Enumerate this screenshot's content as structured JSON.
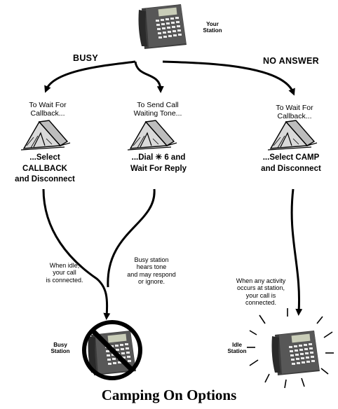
{
  "diagram": {
    "title": "Camping On Options",
    "your_station": "Your\nStation",
    "branch_busy": "BUSY",
    "branch_no_answer": "NO ANSWER",
    "option_callback": {
      "prompt": "To Wait For\nCallback...",
      "action": "...Select\nCALLBACK\nand Disconnect"
    },
    "option_call_waiting": {
      "prompt": "To Send Call\nWaiting Tone...",
      "action": "...Dial ✳ 6 and\nWait For Reply"
    },
    "option_camp": {
      "prompt": "To Wait For\nCallback...",
      "action": "...Select CAMP\nand Disconnect"
    },
    "note_when_idle": "When idle,\nyour call\nis connected.",
    "note_busy_hears_tone": "Busy station\nhears tone\nand may respond\nor ignore.",
    "note_any_activity": "When any activity\noccurs at station,\nyour call is\nconnected.",
    "busy_station": "Busy\nStation",
    "idle_station": "Idle\nStation"
  },
  "colors": {
    "ink": "#000000",
    "phone_body": "#4a4a4a",
    "phone_display": "#c9cdb8",
    "tent_fill": "#d9d9d9"
  },
  "icons": [
    "phone-icon",
    "tent-icon",
    "prohibited-icon",
    "ringing-rays-icon"
  ]
}
